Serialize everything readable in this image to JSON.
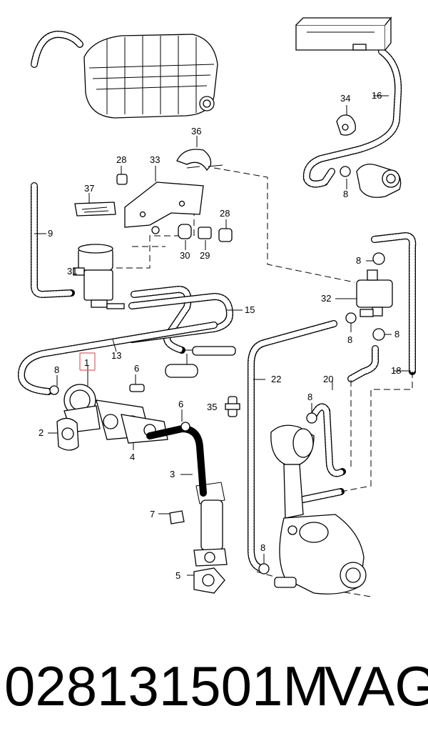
{
  "diagram": {
    "callouts": [
      {
        "id": "c1",
        "label": "1",
        "highlighted": true
      },
      {
        "id": "c2",
        "label": "2"
      },
      {
        "id": "c3",
        "label": "3"
      },
      {
        "id": "c4",
        "label": "4"
      },
      {
        "id": "c5",
        "label": "5"
      },
      {
        "id": "c6a",
        "label": "6"
      },
      {
        "id": "c6b",
        "label": "6"
      },
      {
        "id": "c7",
        "label": "7"
      },
      {
        "id": "c8a",
        "label": "8"
      },
      {
        "id": "c8b",
        "label": "8"
      },
      {
        "id": "c8c",
        "label": "8"
      },
      {
        "id": "c8d",
        "label": "8"
      },
      {
        "id": "c8e",
        "label": "8"
      },
      {
        "id": "c8f",
        "label": "8"
      },
      {
        "id": "c8g",
        "label": "8"
      },
      {
        "id": "c9",
        "label": "9"
      },
      {
        "id": "c13",
        "label": "13"
      },
      {
        "id": "c15",
        "label": "15"
      },
      {
        "id": "c16",
        "label": "16"
      },
      {
        "id": "c18",
        "label": "18"
      },
      {
        "id": "c20",
        "label": "20"
      },
      {
        "id": "c22",
        "label": "22"
      },
      {
        "id": "c28a",
        "label": "28"
      },
      {
        "id": "c28b",
        "label": "28"
      },
      {
        "id": "c29",
        "label": "29"
      },
      {
        "id": "c30",
        "label": "30"
      },
      {
        "id": "c31",
        "label": "31"
      },
      {
        "id": "c32",
        "label": "32"
      },
      {
        "id": "c33",
        "label": "33"
      },
      {
        "id": "c34",
        "label": "34"
      },
      {
        "id": "c35",
        "label": "35"
      },
      {
        "id": "c36",
        "label": "36"
      },
      {
        "id": "c37",
        "label": "37"
      }
    ],
    "highlight_color": "#e06060"
  },
  "footer": {
    "part_number": "028131501M",
    "brand": "VAG"
  }
}
